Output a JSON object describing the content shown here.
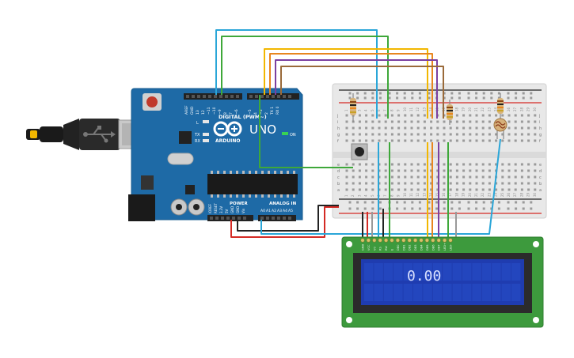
{
  "arduino": {
    "digital_header": "DIGITAL (PWM~)",
    "board_name": "UNO",
    "logo_text": "ARDUINO",
    "analog_header": "ANALOG IN",
    "power_header": "POWER",
    "on_label": "ON",
    "led_l": "L",
    "led_tx": "TX",
    "led_rx": "RX",
    "top_pins": [
      "AREF",
      "GND",
      "13",
      "12",
      "~11",
      "~10",
      "~9",
      "8",
      "7",
      "~6",
      "~5",
      "4",
      "~3",
      "2",
      "TX 1",
      "RX 0"
    ],
    "power_pins": [
      "IOREF",
      "RESET",
      "3.3V",
      "5V",
      "GND",
      "GND",
      "Vin"
    ],
    "analog_pins": [
      "A0",
      "A1",
      "A2",
      "A3",
      "A4",
      "A5"
    ]
  },
  "breadboard": {
    "row_letters_top": [
      "j",
      "i",
      "h",
      "g",
      "f"
    ],
    "row_letters_bottom": [
      "e",
      "d",
      "c",
      "b",
      "a"
    ],
    "column_numbers": [
      "1",
      "2",
      "3",
      "4",
      "5",
      "6",
      "7",
      "8",
      "9",
      "10",
      "11",
      "12",
      "13",
      "14",
      "15",
      "16",
      "17",
      "18",
      "19",
      "20",
      "21",
      "22",
      "23",
      "24",
      "25",
      "26",
      "27",
      "28",
      "29",
      "30"
    ]
  },
  "lcd": {
    "display_text": "0.00",
    "pin_labels": [
      "GND",
      "VCC",
      "V0",
      "RS",
      "RW",
      "E",
      "DB0",
      "DB1",
      "DB2",
      "DB3",
      "DB4",
      "DB5",
      "DB6",
      "DB7",
      "LED+",
      "LED-"
    ]
  },
  "colors": {
    "board": "#1e6aa6",
    "wire_blue": "#2aa6d8",
    "wire_green": "#3ea83a",
    "wire_yellow": "#f2b700",
    "wire_orange": "#e8861e",
    "wire_purple": "#7b3fa0",
    "wire_brown": "#9a6a3a",
    "wire_red": "#d42a24",
    "wire_black": "#222222",
    "wire_gray": "#999999",
    "lcd_pcb": "#3d9a3d",
    "lcd_screen": "#1f3cb0"
  }
}
